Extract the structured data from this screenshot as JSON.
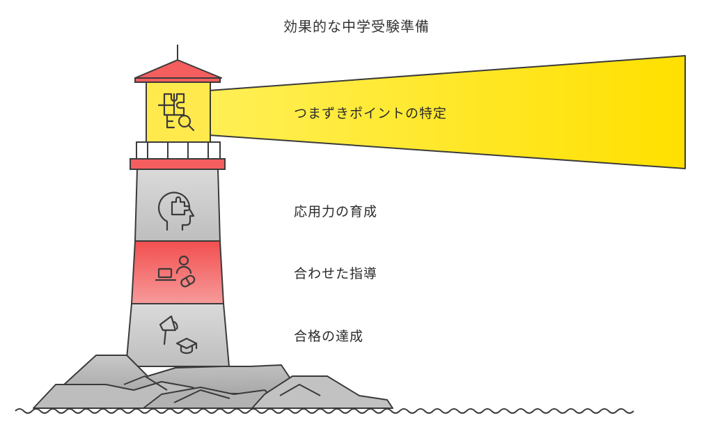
{
  "title": "効果的な中学受験準備",
  "beam": {
    "label": "つまずきポイントの特定",
    "icon": "puzzle-magnifier-icon"
  },
  "sections": [
    {
      "label": "応用力の育成",
      "icon": "head-puzzle-icon"
    },
    {
      "label": "合わせた指導",
      "icon": "tutor-laptop-pill-icon"
    },
    {
      "label": "合格の達成",
      "icon": "megaphone-graduation-cap-icon"
    }
  ],
  "colors": {
    "light_beam": "#FFE500",
    "lantern": "#FFE94D",
    "roof_red": "#F45E5E",
    "band_red": "#F56B6B",
    "tower_gray": "#CFCFCF",
    "rock_gray": "#BDBDBD",
    "outline": "#3a3a3a"
  }
}
